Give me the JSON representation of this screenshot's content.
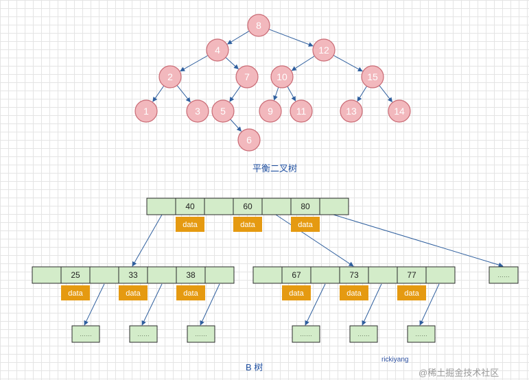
{
  "avl": {
    "caption": "平衡二叉树",
    "nodes": [
      "8",
      "4",
      "12",
      "2",
      "7",
      "10",
      "15",
      "1",
      "3",
      "5",
      "9",
      "11",
      "13",
      "14",
      "6"
    ]
  },
  "btree": {
    "caption": "B 树",
    "root_keys": [
      "40",
      "60",
      "80"
    ],
    "left_child_keys": [
      "25",
      "33",
      "38"
    ],
    "right_child_keys": [
      "67",
      "73",
      "77"
    ],
    "data_label": "data",
    "placeholder": "……"
  },
  "author": "rickiyang",
  "watermark": "@稀土掘金技术社区",
  "colors": {
    "node_fill": "#f2b8bd",
    "node_stroke": "#c96a74",
    "cell_fill": "#d3ecc9",
    "data_fill": "#e59a11",
    "edge": "#2f5f9e"
  }
}
